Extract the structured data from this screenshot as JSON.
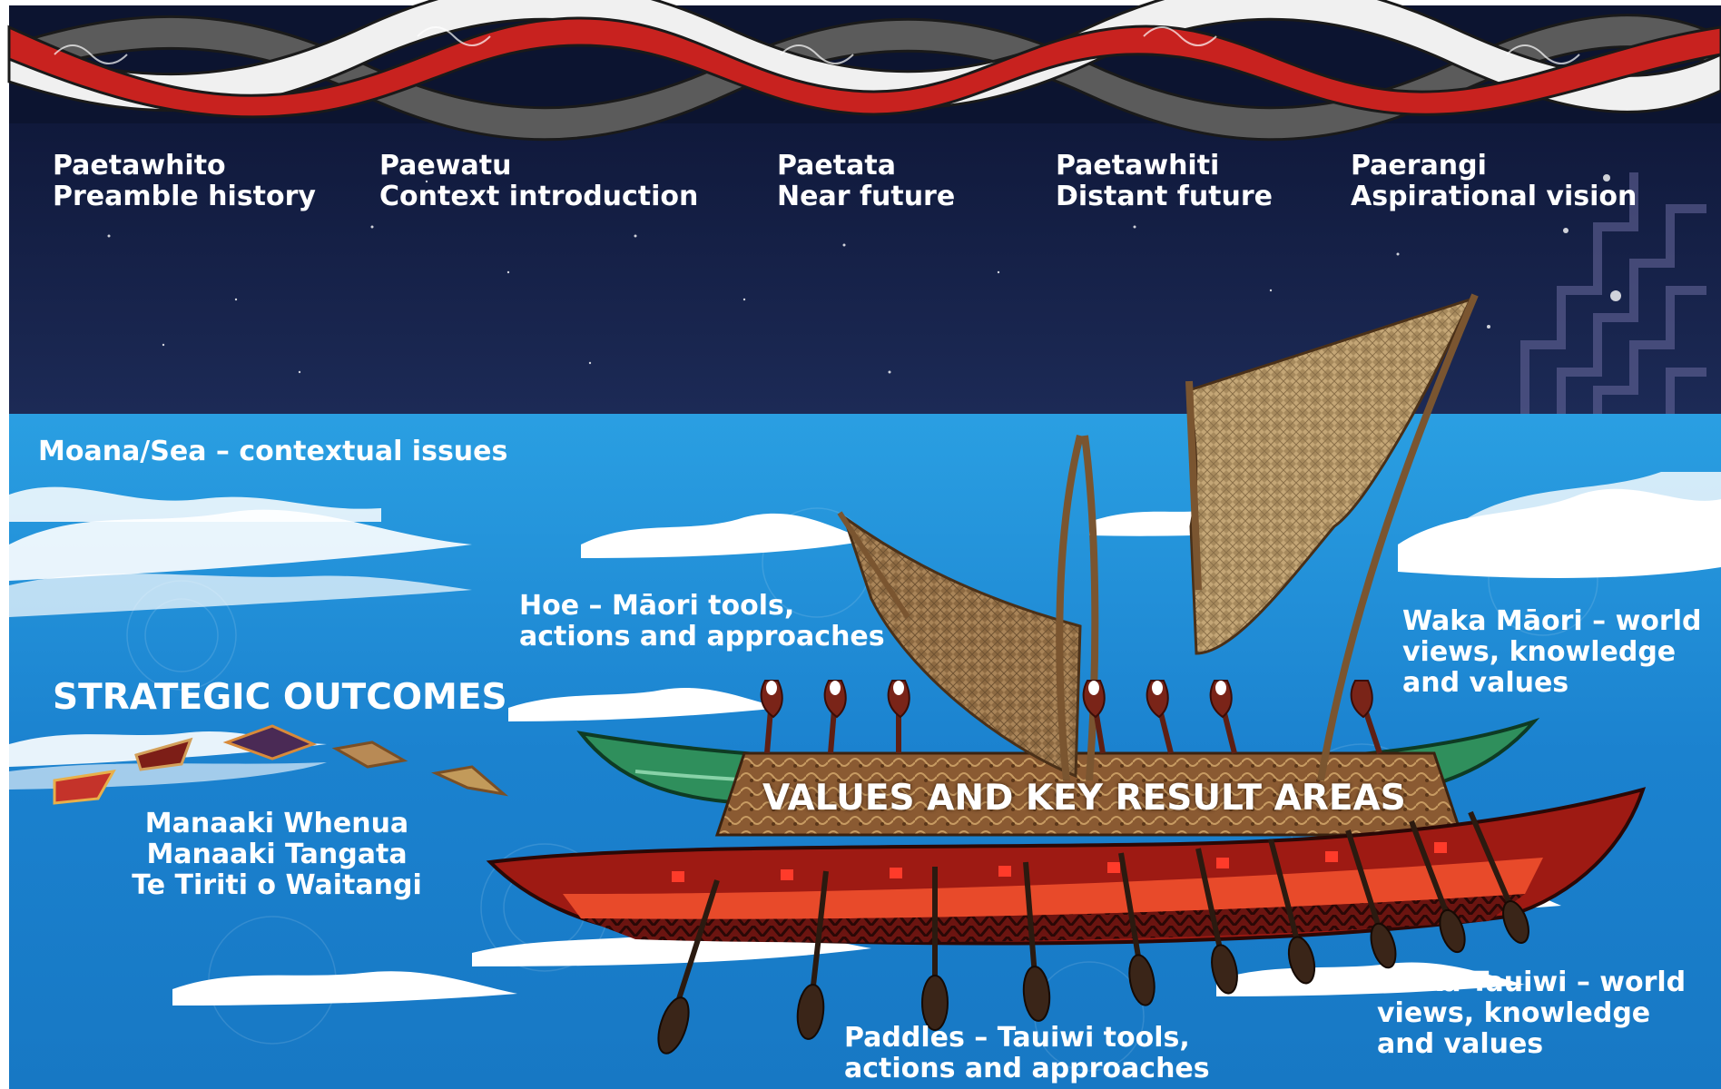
{
  "horizons": [
    {
      "maori": "Paetawhito",
      "english": "Preamble history"
    },
    {
      "maori": "Paewatu",
      "english": "Context introduction"
    },
    {
      "maori": "Paetata",
      "english": "Near future"
    },
    {
      "maori": "Paetawhiti",
      "english": "Distant future"
    },
    {
      "maori": "Paerangi",
      "english": "Aspirational vision"
    }
  ],
  "sea_label": "Moana/Sea – contextual issues",
  "hoe_label": [
    "Hoe – Māori tools,",
    "actions and approaches"
  ],
  "strategic_outcomes": {
    "heading": "STRATEGIC OUTCOMES",
    "items": [
      "Manaaki Whenua",
      "Manaaki Tangata",
      "Te Tiriti o Waitangi"
    ]
  },
  "waka_maori_label": [
    "Waka Māori – world",
    "views, knowledge",
    "and values"
  ],
  "values_label": "VALUES AND KEY RESULT AREAS",
  "waka_tauiwi_label": [
    "Waka Tauiwi – world",
    "views, knowledge",
    "and values"
  ],
  "paddles_label": [
    "Paddles – Tauiwi tools,",
    "actions and approaches"
  ],
  "colors": {
    "night_sky": "#0c1430",
    "sea": "#1f8fd6",
    "braid_red": "#c8221f",
    "braid_white": "#f2f2f2",
    "braid_grey": "#595959",
    "hull_red": "#9e1a13",
    "hull_green": "#2f8f5c",
    "sail": "#b48c5c",
    "deck": "#8a5a32"
  }
}
